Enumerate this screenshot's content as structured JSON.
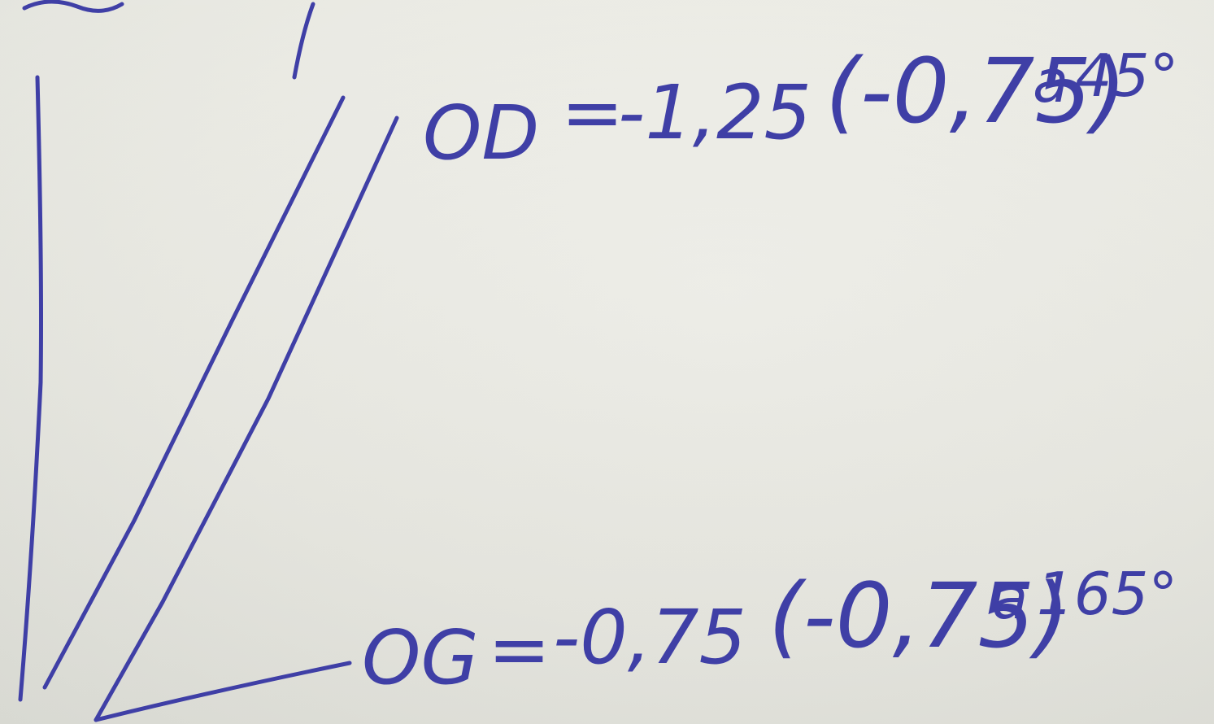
{
  "colors": {
    "ink": "#3f3fa6",
    "paper": "#ecece6"
  },
  "equations": {
    "od": {
      "label": "OD",
      "equals": "=",
      "value": "-1,25",
      "paren": "(-0,75)",
      "var": "a",
      "angle": "45°"
    },
    "og": {
      "label": "OG",
      "equals": "=",
      "value": "-0,75",
      "paren": "(-0,75)",
      "var": "a",
      "angle": "165°"
    }
  }
}
